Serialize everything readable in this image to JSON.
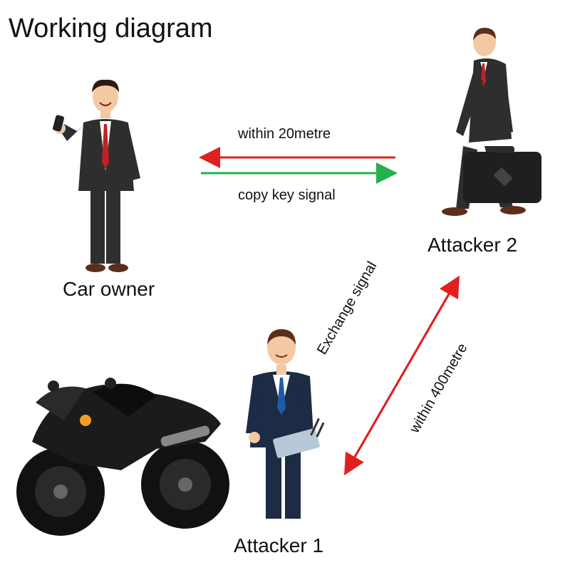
{
  "title": "Working diagram",
  "actors": {
    "car_owner": "Car owner",
    "attacker2": "Attacker 2",
    "attacker1": "Attacker 1"
  },
  "links": {
    "top_upper": "within 20metre",
    "top_lower": "copy key signal",
    "diag_a": "Exchange signal",
    "diag_b": "within 400metre"
  },
  "colors": {
    "red_arrow": "#e02020",
    "green_arrow": "#22b14c",
    "suit": "#2e2e2e",
    "navy_suit": "#1d2b45",
    "skin": "#f3c9a3",
    "hair": "#5a2e1a",
    "motorcycle": "#1b1b1b"
  }
}
